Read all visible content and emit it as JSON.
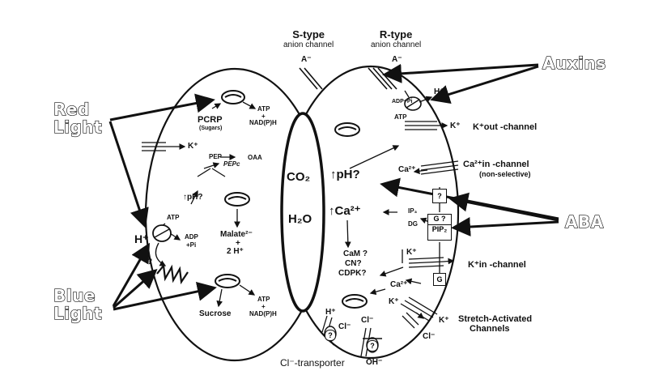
{
  "stimuli": {
    "red_light": [
      "Red",
      "Light"
    ],
    "blue_light": [
      "Blue",
      "Light"
    ],
    "auxins": "Auxins",
    "aba": "ABA"
  },
  "channels_top": {
    "s_type": [
      "S-type",
      "anion channel"
    ],
    "r_type": [
      "R-type",
      "anion channel"
    ],
    "anion": "A⁻"
  },
  "guard_cell_left": {
    "pcrp": "PCRP",
    "sugars": "(Sugars)",
    "atp_top": "ATP",
    "plus": "+",
    "nadph_top": "NAD(P)H",
    "k_plus": "K⁺",
    "pep": "PEP",
    "pepc": "PEPc",
    "oaa": "OAA",
    "ph": "↑pH?",
    "atp_pump": "ATP",
    "adp_pi": "ADP",
    "pi": "+Pi",
    "malate": "Malate²⁻",
    "malate_plus": "+",
    "two_h": "2 H⁺",
    "h_plus": "H⁺",
    "question": "?",
    "sucrose": "Sucrose",
    "atp_bottom": "ATP",
    "nadph_bottom": "NAD(P)H"
  },
  "pore": {
    "co2": "CO₂",
    "h2o": "H₂O"
  },
  "guard_cell_right": {
    "ph": "↑pH?",
    "ca": "↑Ca²⁺",
    "h_plus_top": "H⁺",
    "adp_pi": "ADP+Pi",
    "atp": "ATP",
    "k_plus_out": "K⁺",
    "ca_in": "Ca²⁺",
    "ip3": "IP₃",
    "dg": "DG",
    "cam": "CaM ?",
    "cn": "CN?",
    "cdpk": "CDPK?",
    "k_plus_in": "K⁺",
    "ca_lower": "Ca²⁺",
    "k_plus_stretch": "K⁺",
    "cl_out": "Cl⁻",
    "h_plus_bottom": "H⁺",
    "cl_left": "Cl⁻",
    "cl_mid": "Cl⁻",
    "oh": "OH⁻"
  },
  "boxes": {
    "q1": "?",
    "g_q": "G ?",
    "pip2": "PIP₂",
    "g": "G",
    "q2": "?",
    "q3": "?"
  },
  "labels_right": {
    "k_out_channel": "K⁺out -channel",
    "ca_in_channel": "Ca²⁺in -channel",
    "non_selective": "(non-selective)",
    "k_in_channel": "K⁺in -channel",
    "stretch": [
      "Stretch-Activated",
      "Channels"
    ],
    "k_out_label": "K⁺",
    "ca_label": "Ca²⁺"
  },
  "cl_transporter": "Cl⁻-transporter"
}
